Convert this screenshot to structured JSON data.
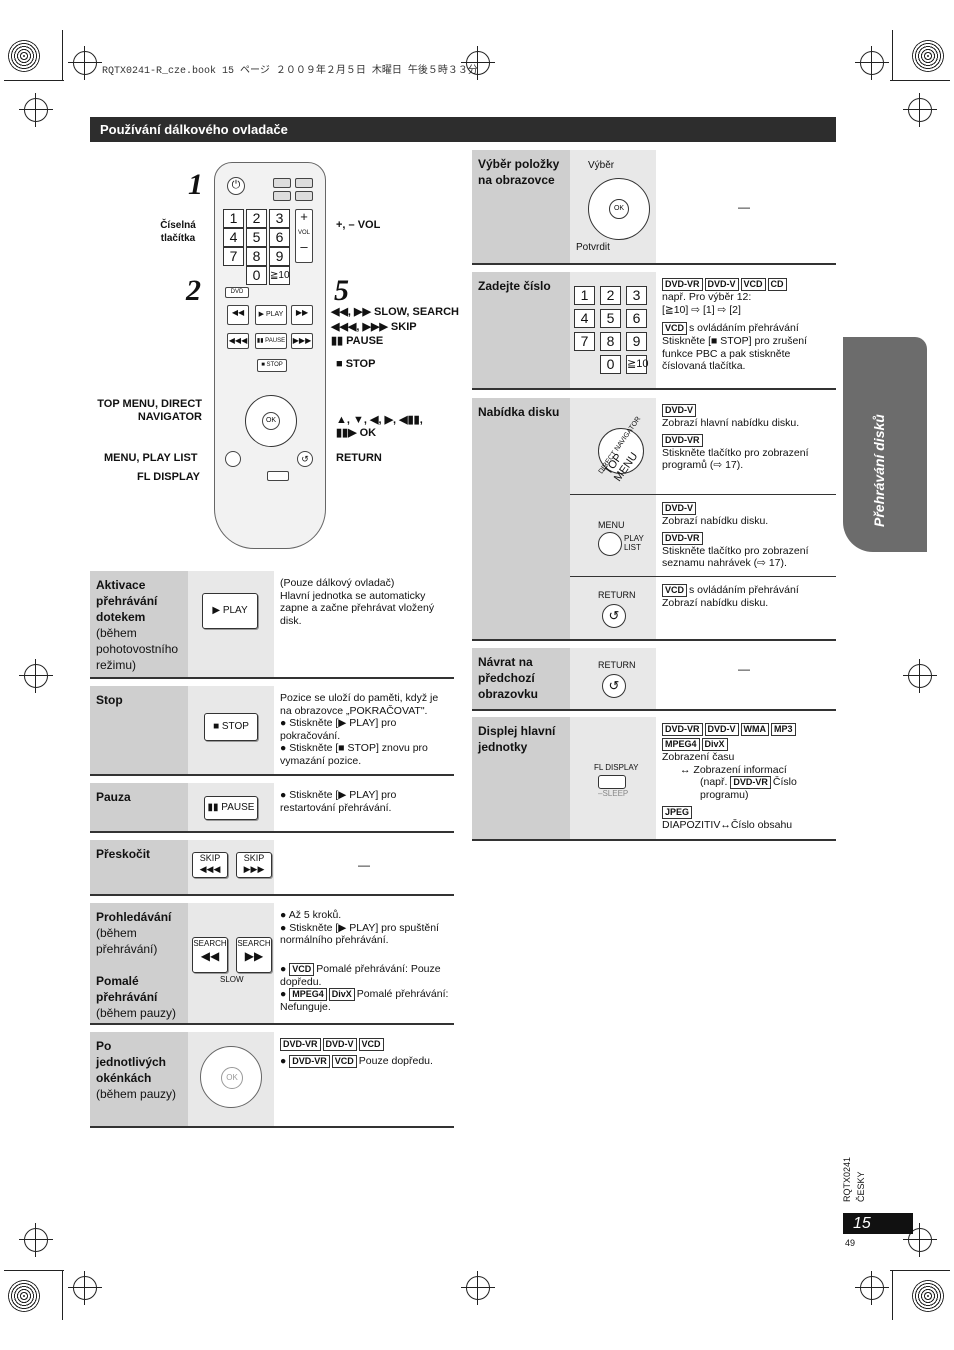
{
  "header_line": "RQTX0241-R_cze.book  15 ページ  ２００９年２月５日  木曜日  午後５時３３分",
  "section_title": "Používání dálkového ovladače",
  "remote": {
    "step1": "1",
    "step2": "2",
    "step5": "5",
    "keypad": [
      "1",
      "2",
      "3",
      "4",
      "5",
      "6",
      "7",
      "8",
      "9",
      "0",
      "≧10"
    ],
    "labels": {
      "numeric": "Číselná tlačítka",
      "vol": "+, – VOL",
      "slow_search": "◀◀, ▶▶ SLOW, SEARCH",
      "skip": "◀◀◀, ▶▶▶ SKIP",
      "pause": "▮▮ PAUSE",
      "stop": "■ STOP",
      "top_menu": "TOP MENU, DIRECT NAVIGATOR",
      "cursor": "▲, ▼, ◀, ▶, ◀▮▮, ▮▮▶ OK",
      "menu": "MENU, PLAY LIST",
      "return": "RETURN",
      "fl": "FL DISPLAY"
    },
    "keys": {
      "dvd": "DVD",
      "play": "▶ PLAY",
      "stop": "■ STOP",
      "pause": "▮▮ PAUSE",
      "ok": "OK",
      "return": "RETURN",
      "menu": "MENU",
      "fl": "FL DISPLAY"
    }
  },
  "left_rows": [
    {
      "title": "Aktivace přehrávání dotekem",
      "sub": "(během pohotovostního režimu)",
      "button": "▶ PLAY",
      "text": "(Pouze dálkový ovladač)\nHlavní jednotka se automaticky zapne a začne přehrávat vložený disk."
    },
    {
      "title": "Stop",
      "button": "■ STOP",
      "text": "Pozice se uloží do paměti, když je na obrazovce „POKRAČOVAT\".",
      "bullets": [
        "Stiskněte [▶ PLAY] pro pokračování.",
        "Stiskněte [■ STOP] znovu pro vymazání pozice."
      ]
    },
    {
      "title": "Pauza",
      "button": "▮▮ PAUSE",
      "bullets": [
        "Stiskněte [▶ PLAY] pro restartování přehrávání."
      ]
    },
    {
      "title": "Přeskočit",
      "button_a": "SKIP",
      "button_b": "SKIP",
      "dash": "—"
    },
    {
      "title": "Prohledávání",
      "sub": "(během přehrávání)",
      "title2": "Pomalé přehrávání",
      "sub2": "(během pauzy)",
      "btn_a": "SEARCH",
      "btn_b": "SEARCH",
      "slow": "SLOW",
      "bullets": [
        "Až 5 kroků.",
        "Stiskněte [▶ PLAY] pro spuštění normálního přehrávání."
      ],
      "vcd_tag": "VCD",
      "vcd_text": "Pomalé přehrávání: Pouze dopředu.",
      "mpeg_tag": "MPEG4",
      "divx_tag": "DivX",
      "mpeg_text": "Pomalé přehrávání: Nefunguje."
    },
    {
      "title": "Po jednotlivých okénkách",
      "sub": "(během pauzy)",
      "tags": [
        "DVD-VR",
        "DVD-V",
        "VCD"
      ],
      "bullet_tags": [
        "DVD-VR",
        "VCD"
      ],
      "bullet_text": "Pouze dopředu.",
      "ok": "OK"
    }
  ],
  "right_rows": [
    {
      "title": "Výběr položky na obrazovce",
      "select": "Výběr",
      "confirm": "Potvrdit",
      "ok": "OK",
      "dash": "—"
    },
    {
      "title": "Zadejte číslo",
      "tags": [
        "DVD-VR",
        "DVD-V",
        "VCD",
        "CD"
      ],
      "text1": "např. Pro výběr 12:",
      "text2": "[≧10] ⇨ [1] ⇨ [2]",
      "vcd_tag": "VCD",
      "vcd_text": "s ovládáním přehrávání",
      "vcd_text2": "Stiskněte [■ STOP] pro zrušení funkce PBC a pak stiskněte číslovaná tlačítka."
    },
    {
      "title": "Nabídka disku",
      "topmenu_small": "DIRECT NAVIGATOR",
      "topmenu": "TOP MENU",
      "a_tag1": "DVD-V",
      "a_text1": "Zobrazí hlavní nabídku disku.",
      "a_tag2": "DVD-VR",
      "a_text2": "Stiskněte tlačítko pro zobrazení programů (⇨ 17).",
      "menu": "MENU",
      "playlist": "PLAY LIST",
      "b_tag1": "DVD-V",
      "b_text1": "Zobrazí nabídku disku.",
      "b_tag2": "DVD-VR",
      "b_text2": "Stiskněte tlačítko pro zobrazení seznamu nahrávek (⇨ 17).",
      "return": "RETURN",
      "c_tag": "VCD",
      "c_text1": "s ovládáním přehrávání",
      "c_text2": "Zobrazí nabídku disku."
    },
    {
      "title": "Návrat na předchozí obrazovku",
      "return": "RETURN",
      "dash": "—"
    },
    {
      "title": "Displej hlavní jednotky",
      "fl": "FL DISPLAY",
      "sleep": "–SLEEP",
      "tags": [
        "DVD-VR",
        "DVD-V",
        "WMA",
        "MP3",
        "MPEG4",
        "DivX"
      ],
      "t1": "Zobrazení času",
      "t2": "Zobrazení informací",
      "t3": "(např.",
      "t3_tag": "DVD-VR",
      "t3b": "Číslo",
      "t4": "programu)",
      "jpeg": "JPEG",
      "t5": "DIAPOZITIV↔Číslo obsahu"
    }
  ],
  "side_tab": "Přehrávání disků",
  "footer": {
    "code": "RQTX0241",
    "lang": "ČESKY",
    "page": "15",
    "subpage": "49"
  }
}
